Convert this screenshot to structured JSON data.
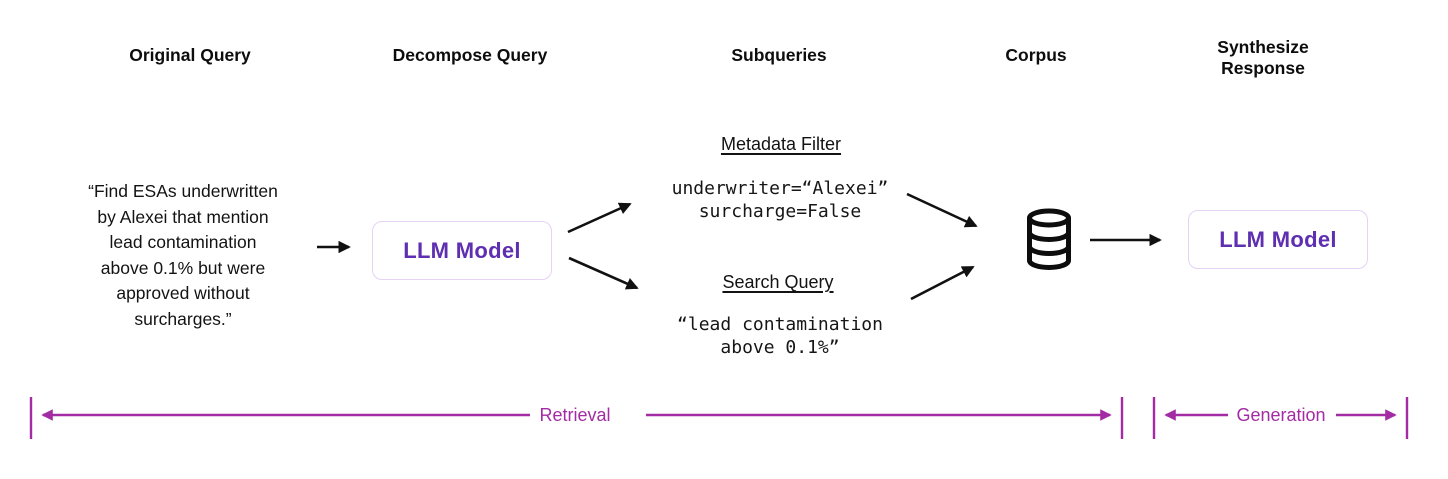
{
  "diagram": {
    "headers": [
      {
        "id": "original-query",
        "label": "Original Query"
      },
      {
        "id": "decompose-query",
        "label": "Decompose Query"
      },
      {
        "id": "subqueries",
        "label": "Subqueries"
      },
      {
        "id": "corpus",
        "label": "Corpus"
      },
      {
        "id": "synthesize-response",
        "label": "Synthesize\nResponse"
      }
    ],
    "original_query_text": "“Find ESAs underwritten\nby Alexei that mention\nlead contamination\nabove 0.1% but were\napproved without\nsurcharges.”",
    "decompose_llm_label": "LLM Model",
    "synthesize_llm_label": "LLM Model",
    "metadata_filter": {
      "heading": "Metadata Filter",
      "code": "underwriter=“Alexei”\nsurcharge=False"
    },
    "search_query": {
      "heading": "Search Query",
      "code": "“lead contamination\nabove 0.1%”"
    },
    "corpus_icon": "database-icon",
    "phases": {
      "retrieval": "Retrieval",
      "generation": "Generation"
    },
    "colors": {
      "llm_text": "#5E2FB0",
      "llm_box_border": "#E5D2F5",
      "phase_bracket": "#A32BA3",
      "arrow": "#111111"
    }
  }
}
